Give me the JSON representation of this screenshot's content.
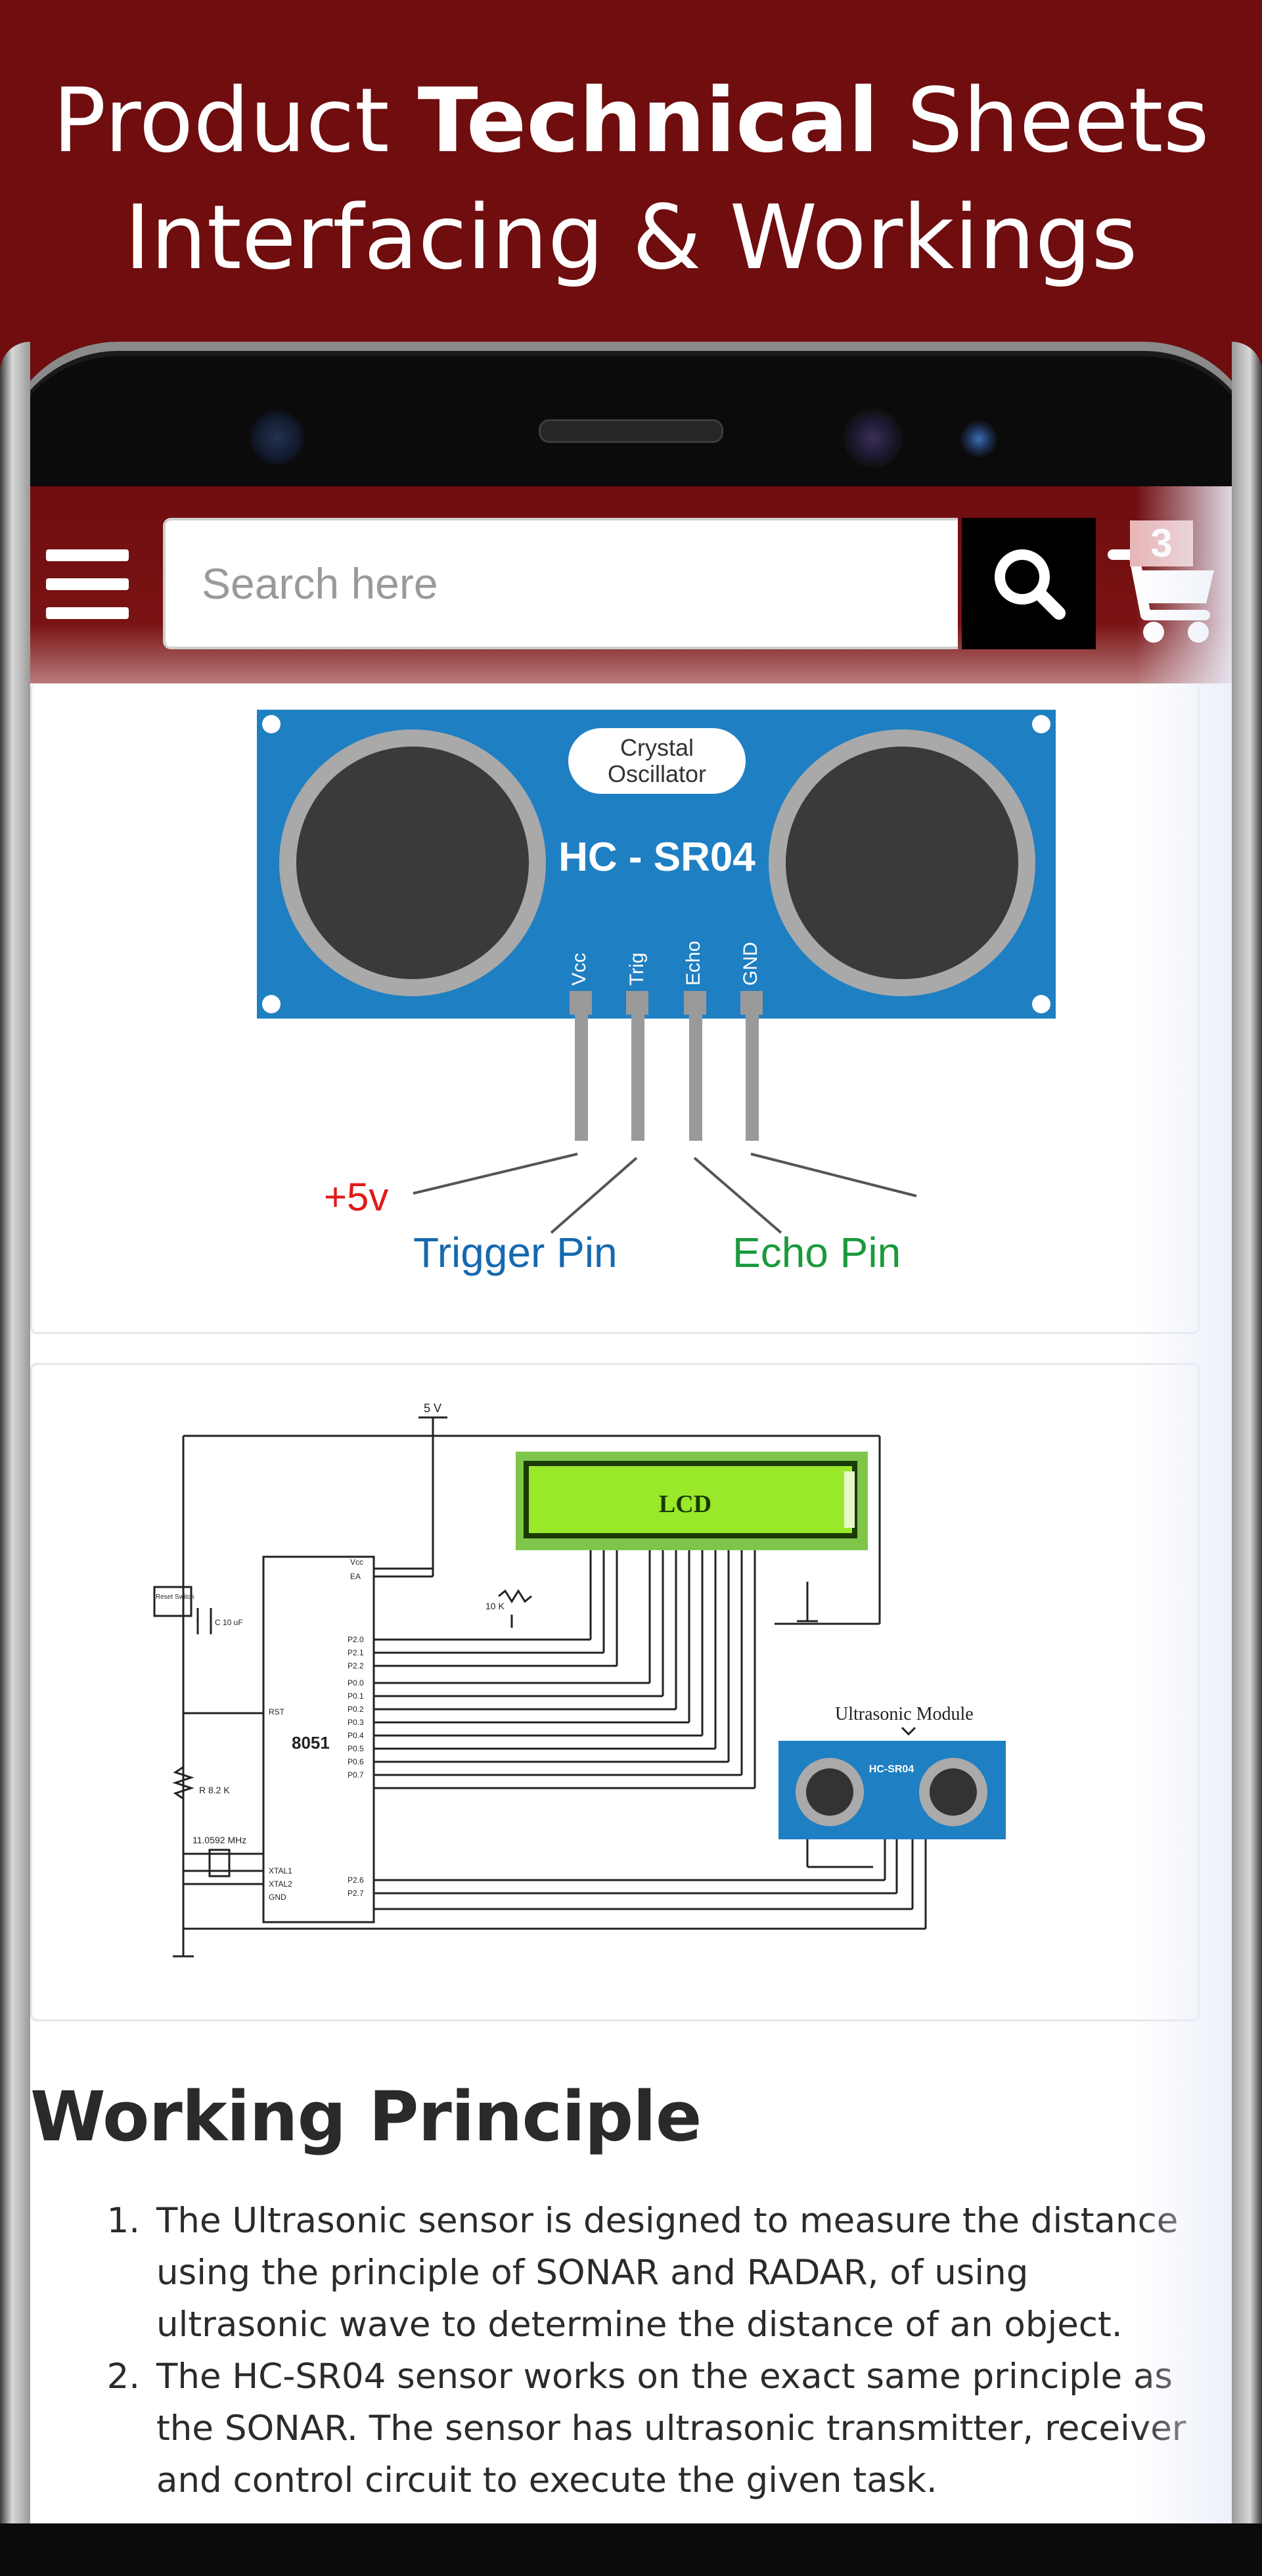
{
  "promo": {
    "line1_prefix": "Product ",
    "line1_bold": "Technical",
    "line1_suffix": " Sheets",
    "line2": "Interfacing & Workings"
  },
  "header": {
    "search_placeholder": "Search here",
    "cart_count": "3"
  },
  "sensor_diagram": {
    "oscillator_line1": "Crystal",
    "oscillator_line2": "Oscillator",
    "model": "HC - SR04",
    "pins": [
      "Vcc",
      "Trig",
      "Echo",
      "GND"
    ],
    "vcc_label": "+5v",
    "trigger_label": "Trigger Pin",
    "echo_label": "Echo Pin"
  },
  "circuit": {
    "supply": "5 V",
    "lcd": "LCD",
    "mcu": "8051",
    "module_label": "Ultrasonic Module",
    "module_chip": "HC-SR04",
    "resistor": "R 8.2 K",
    "crystal": "11.0592 MHz",
    "pot": "10 K",
    "cap": "C 10 uF",
    "reset": "Reset Switch",
    "pins_left": [
      "P2.0",
      "P2.1",
      "P2.2",
      "P0.0",
      "P0.1",
      "P0.2",
      "P0.3",
      "P0.4",
      "P0.5",
      "P0.6",
      "P0.7"
    ],
    "pins_bottom": [
      "P2.6",
      "P2.7"
    ],
    "rst": "RST",
    "xtal1": "XTAL1",
    "xtal2": "XTAL2",
    "gnd": "GND",
    "vcc": "Vcc",
    "ea": "EA"
  },
  "working": {
    "heading": "Working Principle",
    "items": [
      "The Ultrasonic sensor is designed to measure the distance using the principle of SONAR and RADAR, of using ultrasonic wave to determine the distance of an object.",
      "The HC-SR04 sensor works on the exact same principle as the SONAR. The sensor has ultrasonic transmitter, receiver and control circuit to execute the given task."
    ]
  },
  "colors": {
    "brand": "#6f0d0f",
    "sensor_board": "#1f7fc3",
    "lcd_screen": "#9ae82a",
    "vcc_text": "#e01a1a",
    "trigger_text": "#1569b0",
    "echo_text": "#1a9a3c"
  }
}
